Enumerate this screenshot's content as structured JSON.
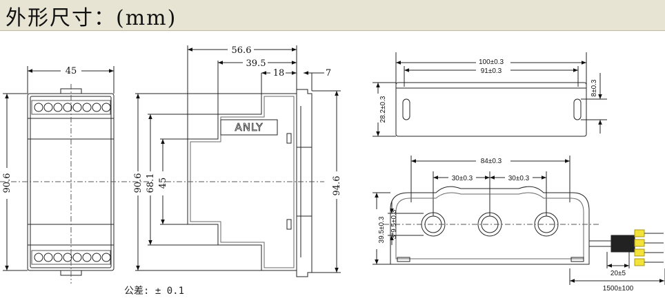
{
  "title": "外形尺寸：(mm)",
  "tolerance": "公差: ± 0.1",
  "brand": "ANLY",
  "front_view": {
    "width": "45",
    "height": "90.6"
  },
  "side_view": {
    "depth_total": "56.6",
    "depth_mid": "39.5",
    "step": "18",
    "clip": "7",
    "height_left": "90.6",
    "height_inner": "68.1",
    "height_core": "45",
    "height_right": "94.6"
  },
  "sensor_top": {
    "length": "100±0.3",
    "inner_length": "91±0.3",
    "height": "28.2±0.3",
    "slot": "8±0.3"
  },
  "sensor_front": {
    "hole_span": "84±0.3",
    "pitch_left": "30±0.3",
    "pitch_right": "30±0.3",
    "height": "39.5±0.3",
    "hole_dia": "3*9.5±0.3",
    "strip": "20±5",
    "cable": "1500±100"
  },
  "colors": {
    "header": "#e7e4d3",
    "wire": "#f2e23a"
  }
}
